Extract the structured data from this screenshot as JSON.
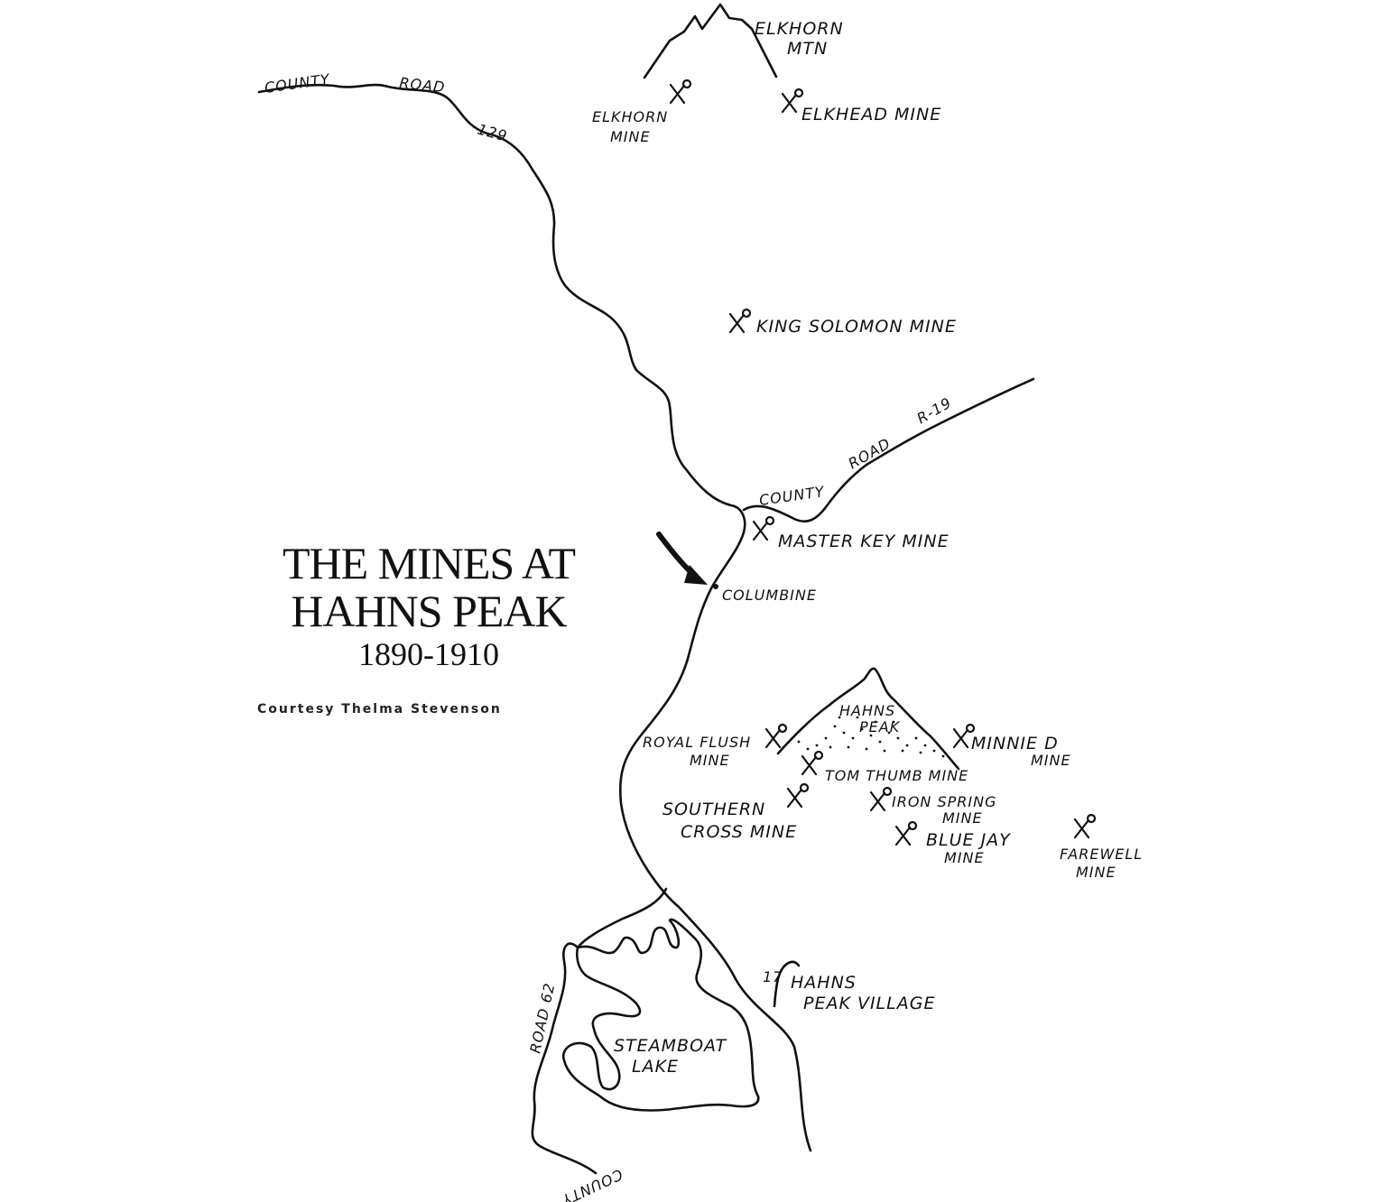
{
  "colors": {
    "ink": "#111111",
    "paper": "#ffffff"
  },
  "title": {
    "line1": "THE MINES AT",
    "line2": "HAHNS PEAK",
    "years": "1890-1910"
  },
  "credit": "Courtesy Thelma Stevenson",
  "features": {
    "elkhorn_mtn": [
      "ELKHORN",
      "MTN"
    ],
    "hahns_peak": [
      "HAHNS",
      "PEAK"
    ],
    "steamboat_lake": [
      "STEAMBOAT",
      "LAKE"
    ],
    "columbine": "COLUMBINE",
    "hahns_peak_village": [
      "HAHNS",
      "PEAK VILLAGE"
    ]
  },
  "roads": {
    "county_road_129": [
      "COUNTY",
      "ROAD",
      "129"
    ],
    "county_road_r19": [
      "COUNTY",
      "ROAD",
      "R-19"
    ],
    "road_62": "ROAD 62",
    "road_17": "17",
    "county_bottom": "COUNTY"
  },
  "mines": {
    "elkhorn": [
      "ELKHORN",
      "MINE"
    ],
    "elkhead": "ELKHEAD MINE",
    "king_solomon": "KING SOLOMON MINE",
    "master_key": "MASTER KEY MINE",
    "royal_flush": [
      "ROYAL FLUSH",
      "MINE"
    ],
    "minnie_d": [
      "MINNIE D",
      "MINE"
    ],
    "tom_thumb": "TOM THUMB MINE",
    "southern_cross": [
      "SOUTHERN",
      "CROSS MINE"
    ],
    "iron_spring": [
      "IRON SPRING",
      "MINE"
    ],
    "blue_jay": [
      "BLUE JAY",
      "MINE"
    ],
    "farewell": [
      "FAREWELL",
      "MINE"
    ]
  },
  "icons": {
    "mine": "pick-and-shovel-icon",
    "arrow": "curved-arrow-icon",
    "town": "town-dot-icon"
  }
}
